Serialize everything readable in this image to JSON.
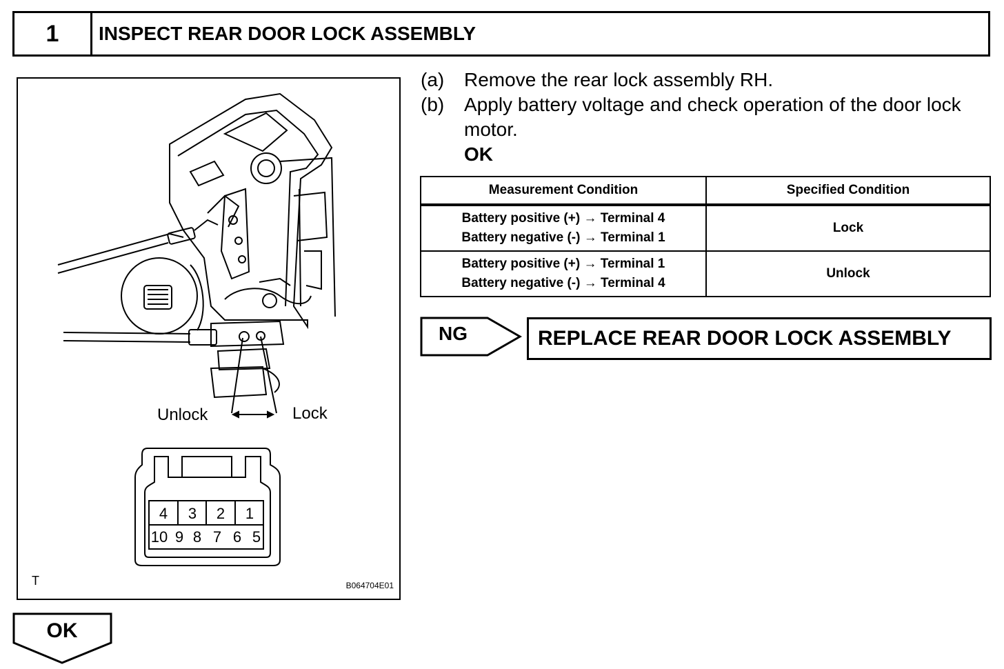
{
  "header": {
    "step_number": "1",
    "title": "INSPECT REAR DOOR LOCK ASSEMBLY"
  },
  "figure": {
    "unlock_label": "Unlock",
    "lock_label": "Lock",
    "corner_mark": "T",
    "code": "B064704E01",
    "connector_top_pins": [
      "4",
      "3",
      "2",
      "1"
    ],
    "connector_bottom_pins": [
      "10",
      "9",
      "8",
      "7",
      "6",
      "5"
    ]
  },
  "procedure": {
    "steps": [
      {
        "label": "(a)",
        "text": "Remove the rear lock assembly RH."
      },
      {
        "label": "(b)",
        "text": "Apply battery voltage and check operation of the door lock motor."
      }
    ],
    "ok_label": "OK"
  },
  "table": {
    "headers": [
      "Measurement Condition",
      "Specified Condition"
    ],
    "rows": [
      {
        "line1": "Battery positive (+) → Terminal 4",
        "line2": "Battery negative (-) → Terminal 1",
        "result": "Lock"
      },
      {
        "line1": "Battery positive (+) → Terminal 1",
        "line2": "Battery negative (-) → Terminal 4",
        "result": "Unlock"
      }
    ]
  },
  "ng": {
    "tag": "NG",
    "action": "REPLACE REAR DOOR LOCK ASSEMBLY"
  },
  "ok": {
    "tag": "OK"
  }
}
